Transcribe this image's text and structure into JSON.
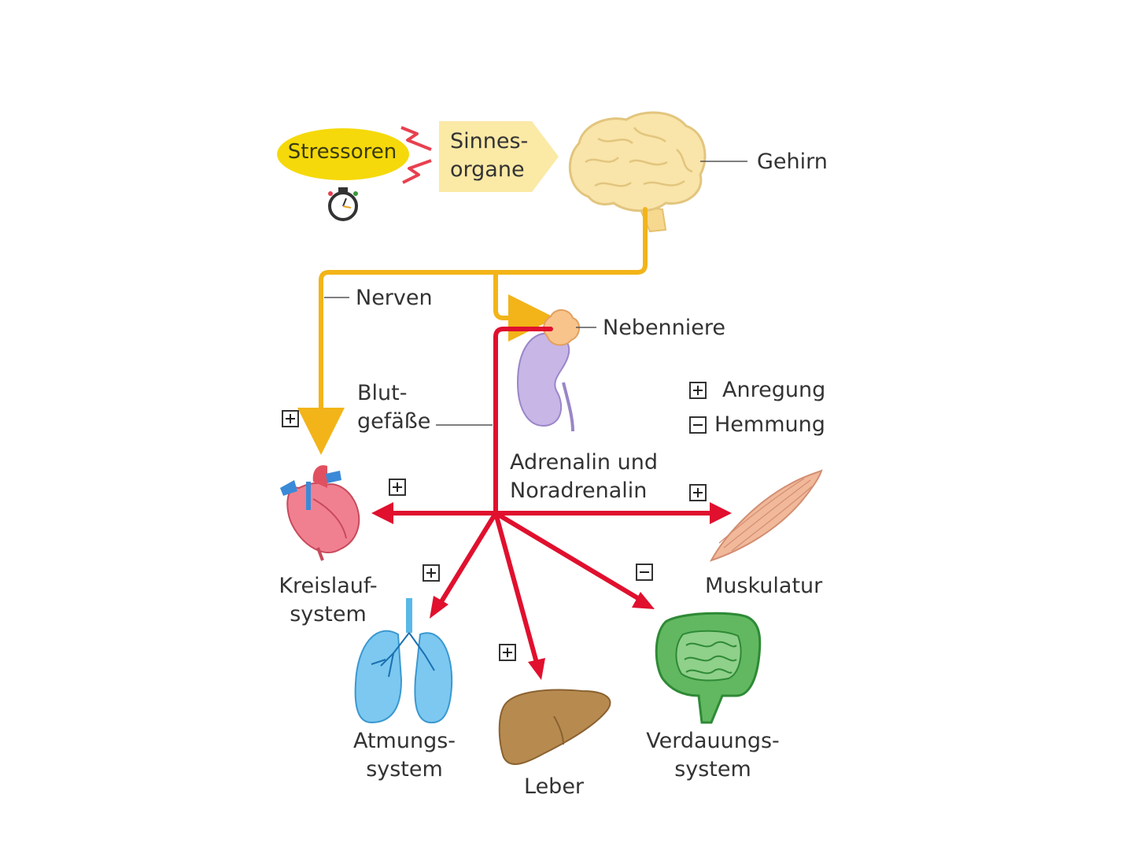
{
  "labels": {
    "stressoren": "Stressoren",
    "sinnesorgane_1": "Sinnes-",
    "sinnesorgane_2": "organe",
    "gehirn": "Gehirn",
    "nerven": "Nerven",
    "nebenniere": "Nebenniere",
    "blutgefaesse_1": "Blut-",
    "blutgefaesse_2": "gefäße",
    "adrenalin_1": "Adrenalin und",
    "adrenalin_2": "Noradrenalin",
    "anregung": "Anregung",
    "hemmung": "Hemmung",
    "kreislauf_1": "Kreislauf-",
    "kreislauf_2": "system",
    "muskulatur": "Muskulatur",
    "atmung_1": "Atmungs-",
    "atmung_2": "system",
    "leber": "Leber",
    "verdauung_1": "Verdauungs-",
    "verdauung_2": "system"
  },
  "colors": {
    "nerve_path": "#f2b418",
    "blood_path": "#e0102e",
    "stressor_fill": "#f5d90a",
    "sense_fill": "#fbe9a6",
    "brain_fill": "#f9e4a9"
  },
  "icons": [
    "stopwatch-icon",
    "lightning-icon",
    "brain-icon",
    "kidney-icon",
    "heart-icon",
    "muscle-icon",
    "lungs-icon",
    "liver-icon",
    "intestine-icon"
  ]
}
